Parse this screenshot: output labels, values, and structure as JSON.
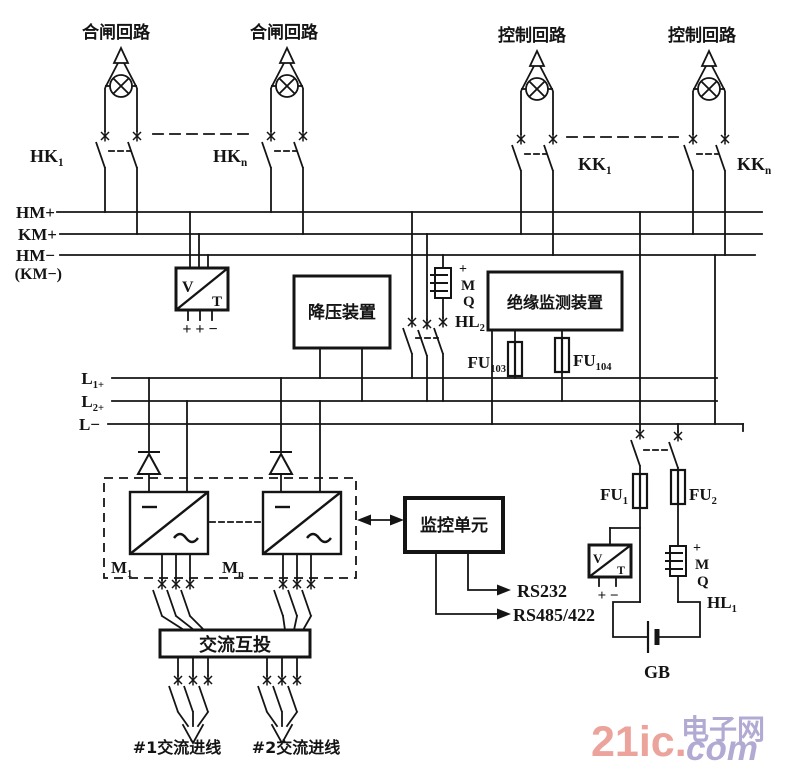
{
  "colors": {
    "ink": "#141414",
    "background": "#ffffff",
    "watermark_pink": "#eba39b",
    "watermark_lavender": "#b2aad3"
  },
  "top_circuits": {
    "closing_label_1": "合闸回路",
    "closing_label_2": "合闸回路",
    "control_label_1": "控制回路",
    "control_label_2": "控制回路",
    "hk1": {
      "base": "HK",
      "sub": "1"
    },
    "hkn": {
      "base": "HK",
      "sub": "n"
    },
    "kk1": {
      "base": "KK",
      "sub": "1"
    },
    "kkn": {
      "base": "KK",
      "sub": "n"
    }
  },
  "buses": {
    "hm_plus": "HM+",
    "km_plus": "KM+",
    "hm_minus": "HM−",
    "km_minus_paren": "(KM−)",
    "l1": {
      "base": "L",
      "sub": "1+"
    },
    "l2": {
      "base": "L",
      "sub": "2+"
    },
    "l_minus": "L−"
  },
  "devices": {
    "vt_top": {
      "v": "V",
      "t": "T",
      "terminals": "+ + −"
    },
    "stepdown": "降压装置",
    "insulation_monitor": "绝缘监测装置",
    "monitor_unit": "监控单元",
    "ac_transfer": "交流互投",
    "vt_right": {
      "v": "V",
      "t": "T",
      "terminals": "+ −"
    },
    "battery": "GB"
  },
  "fuses": {
    "fu103": {
      "base": "FU",
      "sub": "103"
    },
    "fu104": {
      "base": "FU",
      "sub": "104"
    },
    "fu1": {
      "base": "FU",
      "sub": "1"
    },
    "fu2": {
      "base": "FU",
      "sub": "2"
    }
  },
  "lamps": {
    "hl2": {
      "base": "HL",
      "sub": "2",
      "plus": "+",
      "m": "M",
      "q": "Q"
    },
    "hl1": {
      "base": "HL",
      "sub": "1",
      "plus": "+",
      "m": "M",
      "q": "Q"
    }
  },
  "modules": {
    "m1": {
      "base": "M",
      "sub": "1"
    },
    "mn": {
      "base": "M",
      "sub": "n"
    }
  },
  "ports": {
    "rs232": "RS232",
    "rs485": "RS485/422"
  },
  "outputs": {
    "line1": "#1交流进线",
    "line2": "#2交流进线"
  },
  "watermark": {
    "brand": "21ic.",
    "cn": "电子网",
    "tld": "com"
  }
}
